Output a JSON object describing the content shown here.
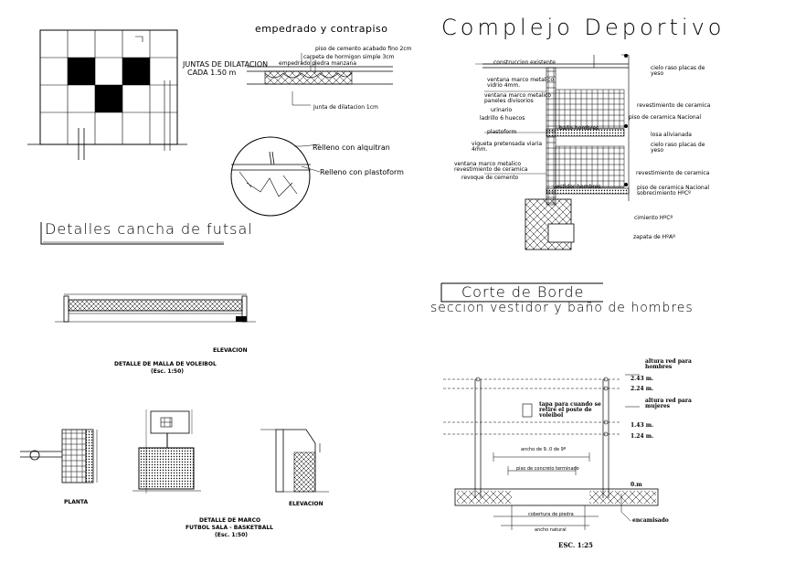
{
  "title": "Complejo Deportivo",
  "top_left": {
    "heading": "empedrado y contrapiso",
    "joints_label": "JUNTAS DE DILATACION",
    "joints_spacing": "CADA 1.50 m",
    "layers": [
      "piso de cemento acabado fino 2cm",
      "carpeta de hormigon simple 3cm",
      "empedrado piedra manzana"
    ],
    "joint_note": "Junta de dilatacion 1cm",
    "fill_1": "Relleno con alquitran",
    "fill_2": "Relleno con plastoform"
  },
  "futsal_title": "Detalles cancha de futsal",
  "section": {
    "title": "Corte de Borde",
    "subtitle": "seccion vestidor y baño de hombres",
    "left_labels": [
      "construccion existente",
      "ventana marco metalico vidrio 4mm.",
      "ventana marco metalico paneles divisorios",
      "urinario",
      "ladrillo 6 huecos",
      "plastoform",
      "vigueta pretensada viaria 4mm.",
      "ventana marco metalico revestimiento de ceramica",
      "revoque de cemento"
    ],
    "right_labels": [
      "cielo raso placas de yeso",
      "revestimiento de ceramica",
      "piso de ceramica Nacional",
      "losa alivianada",
      "cielo raso placas de yeso",
      "revestimiento de ceramica",
      "piso de ceramica Nacional sobrecimiento HºCº",
      "cimiento HºCº",
      "zapata de HºAº"
    ],
    "room_labels": [
      "baño hombres",
      "vestidor hombres"
    ]
  },
  "volley": {
    "elevation": "ELEVACION",
    "caption": "DETALLE DE MALLA DE VOLEIBOL",
    "scale": "(Esc. 1:50)"
  },
  "goal": {
    "planta": "PLANTA",
    "elevacion": "ELEVACION",
    "caption": "DETALLE DE MARCO",
    "caption2": "FUTBOL SALA - BASKETBALL",
    "scale": "(Esc. 1:50)"
  },
  "net_detail": {
    "note_men": "altura red para hombres",
    "note_women": "altura red para mujeres",
    "h1": "2.43 m.",
    "h2": "2.24 m.",
    "h3": "1.43 m.",
    "h4": "1.24 m.",
    "ground": "0.m",
    "box_note": "tapa para cuando se retire el poste de voleibol",
    "span_label": "ancho de 9..0 de 9º",
    "floor_label": "piso de concreto terminado",
    "base_label": "cobertura de piedra",
    "width_label": "ancho natural",
    "compact_label": "encamisado",
    "scale": "ESC. 1:25"
  }
}
